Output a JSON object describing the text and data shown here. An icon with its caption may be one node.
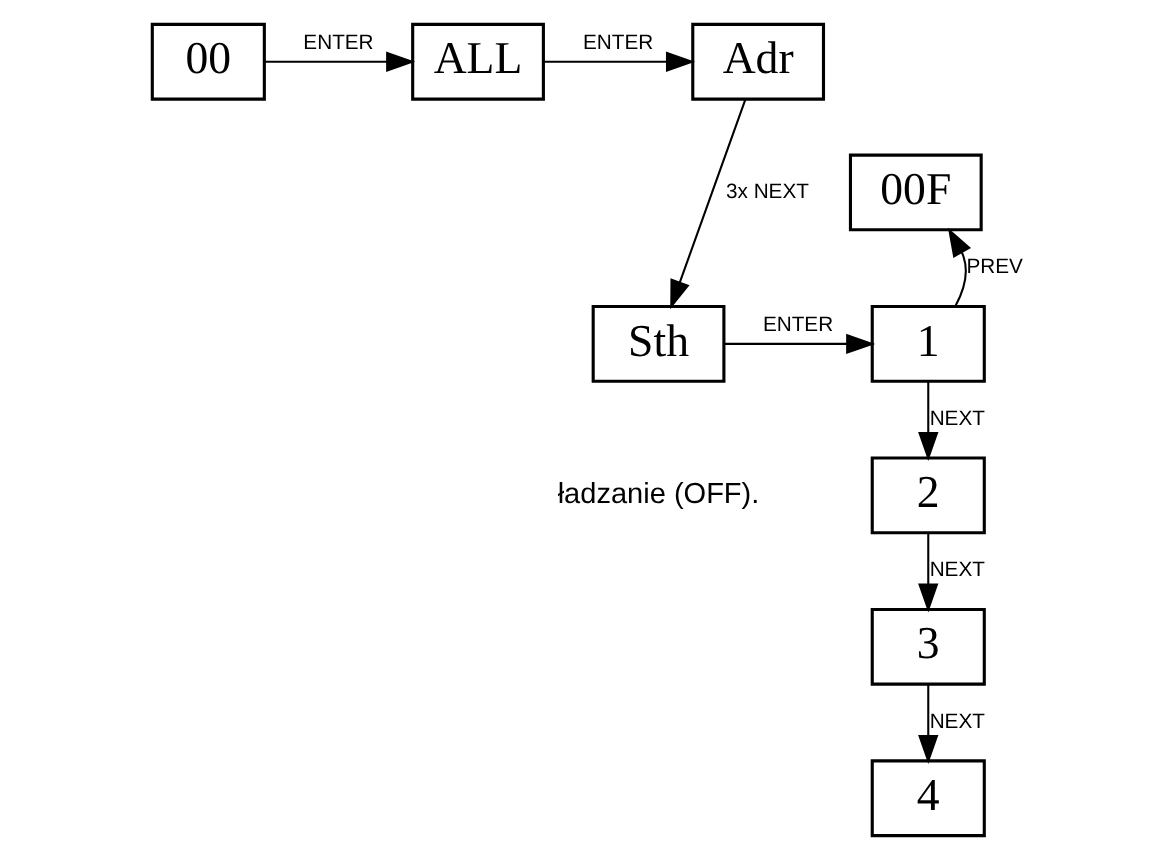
{
  "diagram": {
    "nodes": [
      {
        "text": [
          "00"
        ]
      },
      {
        "text": [
          "ALL"
        ]
      },
      {
        "text": [
          "Adr"
        ]
      },
      {
        "text": [
          "Sth"
        ]
      },
      {
        "text": [
          "00F"
        ]
      },
      {
        "text": [
          "1"
        ]
      },
      {
        "text": [
          "2"
        ]
      },
      {
        "text": [
          "3"
        ]
      },
      {
        "text": [
          "4"
        ]
      }
    ],
    "edges": [
      {
        "from": 0,
        "to": 1,
        "arrow": "to",
        "label": "ENTER"
      },
      {
        "from": 1,
        "to": 2,
        "arrow": "to",
        "label": "ENTER"
      },
      {
        "from": 2,
        "to": 3,
        "arrow": "to",
        "label": "3x NEXT"
      },
      {
        "from": 3,
        "to": 5,
        "arrow": "to",
        "label": "ENTER"
      },
      {
        "from": 5,
        "to": 4,
        "arrow": "to",
        "label": "PREV"
      },
      {
        "from": 5,
        "to": 6,
        "arrow": "to",
        "label": "NEXT"
      },
      {
        "from": 6,
        "to": 7,
        "arrow": "to",
        "label": "NEXT"
      },
      {
        "from": 7,
        "to": 8,
        "arrow": "to",
        "label": "NEXT"
      }
    ],
    "labels": [
      "ładzanie (OFF)."
    ]
  }
}
